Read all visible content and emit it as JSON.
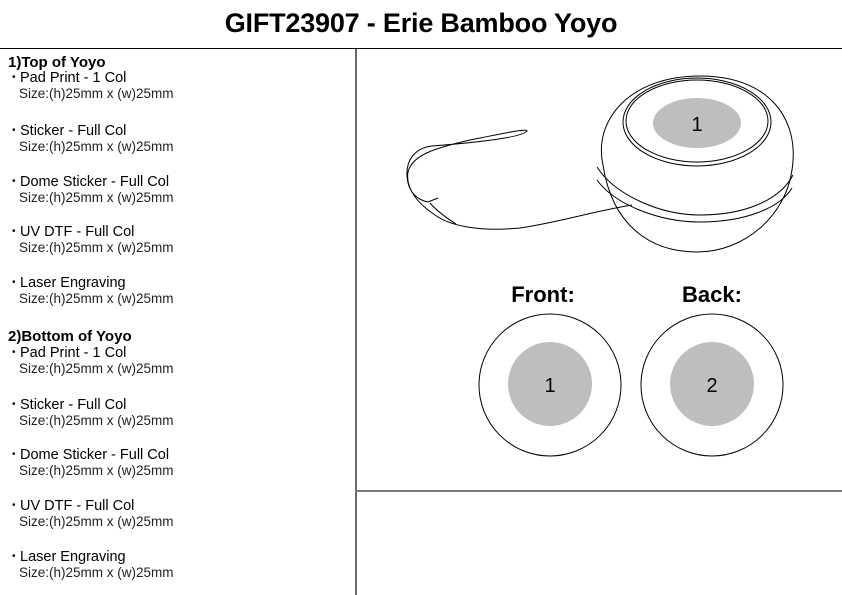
{
  "title": "GIFT23907 - Erie Bamboo Yoyo",
  "sections": [
    {
      "heading": "1)Top of Yoyo",
      "options": [
        {
          "name": "Pad Print - 1 Col",
          "size": "Size:(h)25mm x (w)25mm"
        },
        {
          "name": "Sticker - Full Col",
          "size": "Size:(h)25mm x (w)25mm"
        },
        {
          "name": "Dome Sticker - Full Col",
          "size": "Size:(h)25mm x (w)25mm"
        },
        {
          "name": "UV DTF - Full Col",
          "size": "Size:(h)25mm x (w)25mm"
        },
        {
          "name": "Laser Engraving",
          "size": "Size:(h)25mm x (w)25mm"
        }
      ]
    },
    {
      "heading": "2)Bottom of Yoyo",
      "options": [
        {
          "name": "Pad Print - 1 Col",
          "size": "Size:(h)25mm x (w)25mm"
        },
        {
          "name": "Sticker - Full Col",
          "size": "Size:(h)25mm x (w)25mm"
        },
        {
          "name": "Dome Sticker - Full Col",
          "size": "Size:(h)25mm x (w)25mm"
        },
        {
          "name": "UV DTF - Full Col",
          "size": "Size:(h)25mm x (w)25mm"
        },
        {
          "name": "Laser Engraving",
          "size": "Size:(h)25mm x (w)25mm"
        }
      ]
    }
  ],
  "illustration": {
    "top_area_number": "1",
    "front": {
      "label": "Front:",
      "area_number": "1"
    },
    "back": {
      "label": "Back:",
      "area_number": "2"
    },
    "print_area_color": "#bdbec0",
    "bullet": "•"
  }
}
